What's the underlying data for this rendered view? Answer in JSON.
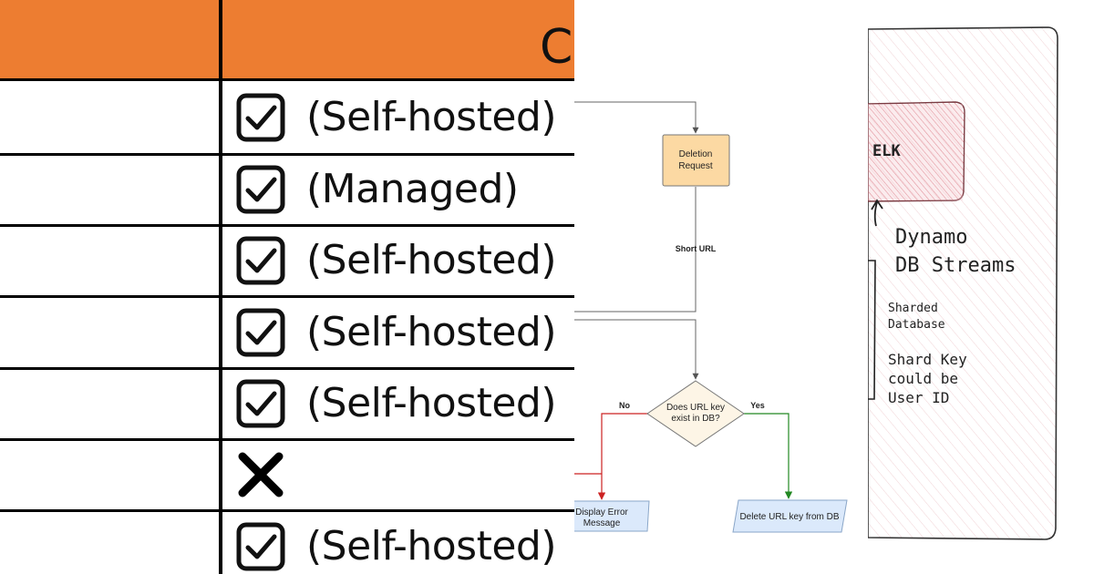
{
  "table": {
    "header_text": "C",
    "rows": [
      {
        "icon": "checkbox-checked-icon",
        "text": "(Self-hosted)"
      },
      {
        "icon": "checkbox-checked-icon",
        "text": "(Managed)"
      },
      {
        "icon": "checkbox-checked-icon",
        "text": "(Self-hosted)"
      },
      {
        "icon": "checkbox-checked-icon",
        "text": "(Self-hosted)"
      },
      {
        "icon": "checkbox-checked-icon",
        "text": "(Self-hosted)"
      },
      {
        "icon": "cross-icon",
        "text": ""
      },
      {
        "icon": "checkbox-checked-icon",
        "text": "(Self-hosted)"
      }
    ],
    "colors": {
      "header": "#ed7d31",
      "border": "#000000"
    }
  },
  "flowchart": {
    "deletion_request_line1": "Deletion",
    "deletion_request_line2": "Request",
    "short_url_label": "Short URL",
    "decision_line1": "Does URL key",
    "decision_line2": "exist in DB?",
    "no_label": "No",
    "yes_label": "Yes",
    "error_line1": "Display Error",
    "error_line2": "Message",
    "delete_label": "Delete URL key from DB",
    "colors": {
      "process_fill": "#fcd9a3",
      "decision_fill": "#fdf5e6",
      "io_fill": "#dbe9fb",
      "no_branch": "#cc2222",
      "yes_branch": "#228822"
    }
  },
  "sketch": {
    "elk_label": "ELK",
    "dynamo_line1": "Dynamo",
    "dynamo_line2": "DB Streams",
    "sharded_line1": "Sharded",
    "sharded_line2": "Database",
    "shard_key_line1": "Shard Key",
    "shard_key_line2": "could be",
    "shard_key_line3": "User ID",
    "colors": {
      "elk_fill": "#f3c9cf",
      "hatch": "#e8a6ae"
    }
  }
}
